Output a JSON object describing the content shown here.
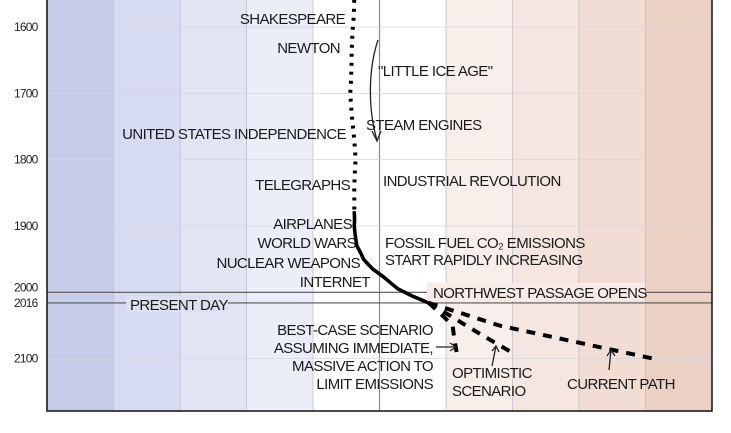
{
  "chart_data": {
    "type": "line",
    "orientation": "time runs downward on the vertical axis; temperature runs left (cold, blue) to right (warm, red)",
    "yaxis": {
      "ticks": [
        1600,
        1700,
        1800,
        1900,
        2000,
        2016,
        2100
      ],
      "tick_labels": [
        "1600",
        "1700",
        "1800",
        "1900",
        "2000",
        "2016",
        "2100"
      ],
      "range": [
        1559,
        2178
      ]
    },
    "xaxis": {
      "range": [
        -2.5,
        2.5
      ],
      "tick_labels": [],
      "grid": true
    },
    "background_bands": [
      "#c6cde9",
      "#d7dbf1",
      "#e2e4f4",
      "#ebedf9",
      "#ffffff",
      "#ffffff",
      "#f9efea",
      "#f5e6df",
      "#f1ddd4",
      "#ebd0c4"
    ],
    "series": [
      {
        "style": "dotted",
        "points": [
          [
            1559,
            -0.19
          ],
          [
            1600,
            -0.2
          ],
          [
            1650,
            -0.21
          ],
          [
            1700,
            -0.22
          ],
          [
            1750,
            -0.2
          ],
          [
            1800,
            -0.18
          ],
          [
            1850,
            -0.19
          ],
          [
            1880,
            -0.19
          ]
        ]
      },
      {
        "style": "solid",
        "points": [
          [
            1880,
            -0.19
          ],
          [
            1900,
            -0.19
          ],
          [
            1930,
            -0.17
          ],
          [
            1950,
            -0.12
          ],
          [
            1965,
            -0.05
          ],
          [
            1980,
            0.05
          ],
          [
            1995,
            0.14
          ],
          [
            2005,
            0.24
          ],
          [
            2016,
            0.37
          ]
        ]
      },
      {
        "style": "dashed",
        "label": "BEST-CASE SCENARIO ASSUMING IMMEDIATE, MASSIVE ACTION TO LIMIT EMISSIONS",
        "points": [
          [
            2016,
            0.37
          ],
          [
            2050,
            0.55
          ],
          [
            2090,
            0.58
          ]
        ]
      },
      {
        "style": "dashed",
        "label": "OPTIMISTIC SCENARIO",
        "points": [
          [
            2016,
            0.37
          ],
          [
            2050,
            0.65
          ],
          [
            2090,
            0.99
          ]
        ]
      },
      {
        "style": "dashed",
        "label": "CURRENT PATH",
        "points": [
          [
            2016,
            0.37
          ],
          [
            2050,
            0.9
          ],
          [
            2100,
            2.06
          ]
        ]
      }
    ],
    "reference_lines": [
      {
        "year": 2016,
        "label": "PRESENT DAY"
      },
      {
        "year": 2000,
        "label": "NORTHWEST PASSAGE OPENS"
      }
    ],
    "annotations": {
      "shakespeare": "SHAKESPEARE",
      "newton": "NEWTON",
      "little_ice_age": "\"LITTLE ICE AGE\"",
      "steam_engines": "STEAM ENGINES",
      "us_independence": "UNITED STATES INDEPENDENCE",
      "telegraphs": "TELEGRAPHS",
      "industrial_revolution": "INDUSTRIAL REVOLUTION",
      "airplanes": "AIRPLANES",
      "world_wars": "WORLD WARS",
      "nuclear_weapons": "NUCLEAR WEAPONS",
      "internet": "INTERNET",
      "fossil_fuel_1": "FOSSIL FUEL CO₂ EMISSIONS",
      "fossil_fuel_2": "START RAPIDLY INCREASING",
      "northwest_passage": "NORTHWEST PASSAGE OPENS",
      "present_day": "PRESENT DAY",
      "best_case": [
        "BEST-CASE SCENARIO",
        "ASSUMING IMMEDIATE,",
        "MASSIVE ACTION TO",
        "LIMIT EMISSIONS"
      ],
      "optimistic": [
        "OPTIMISTIC",
        "SCENARIO"
      ],
      "current_path": "CURRENT PATH"
    }
  }
}
